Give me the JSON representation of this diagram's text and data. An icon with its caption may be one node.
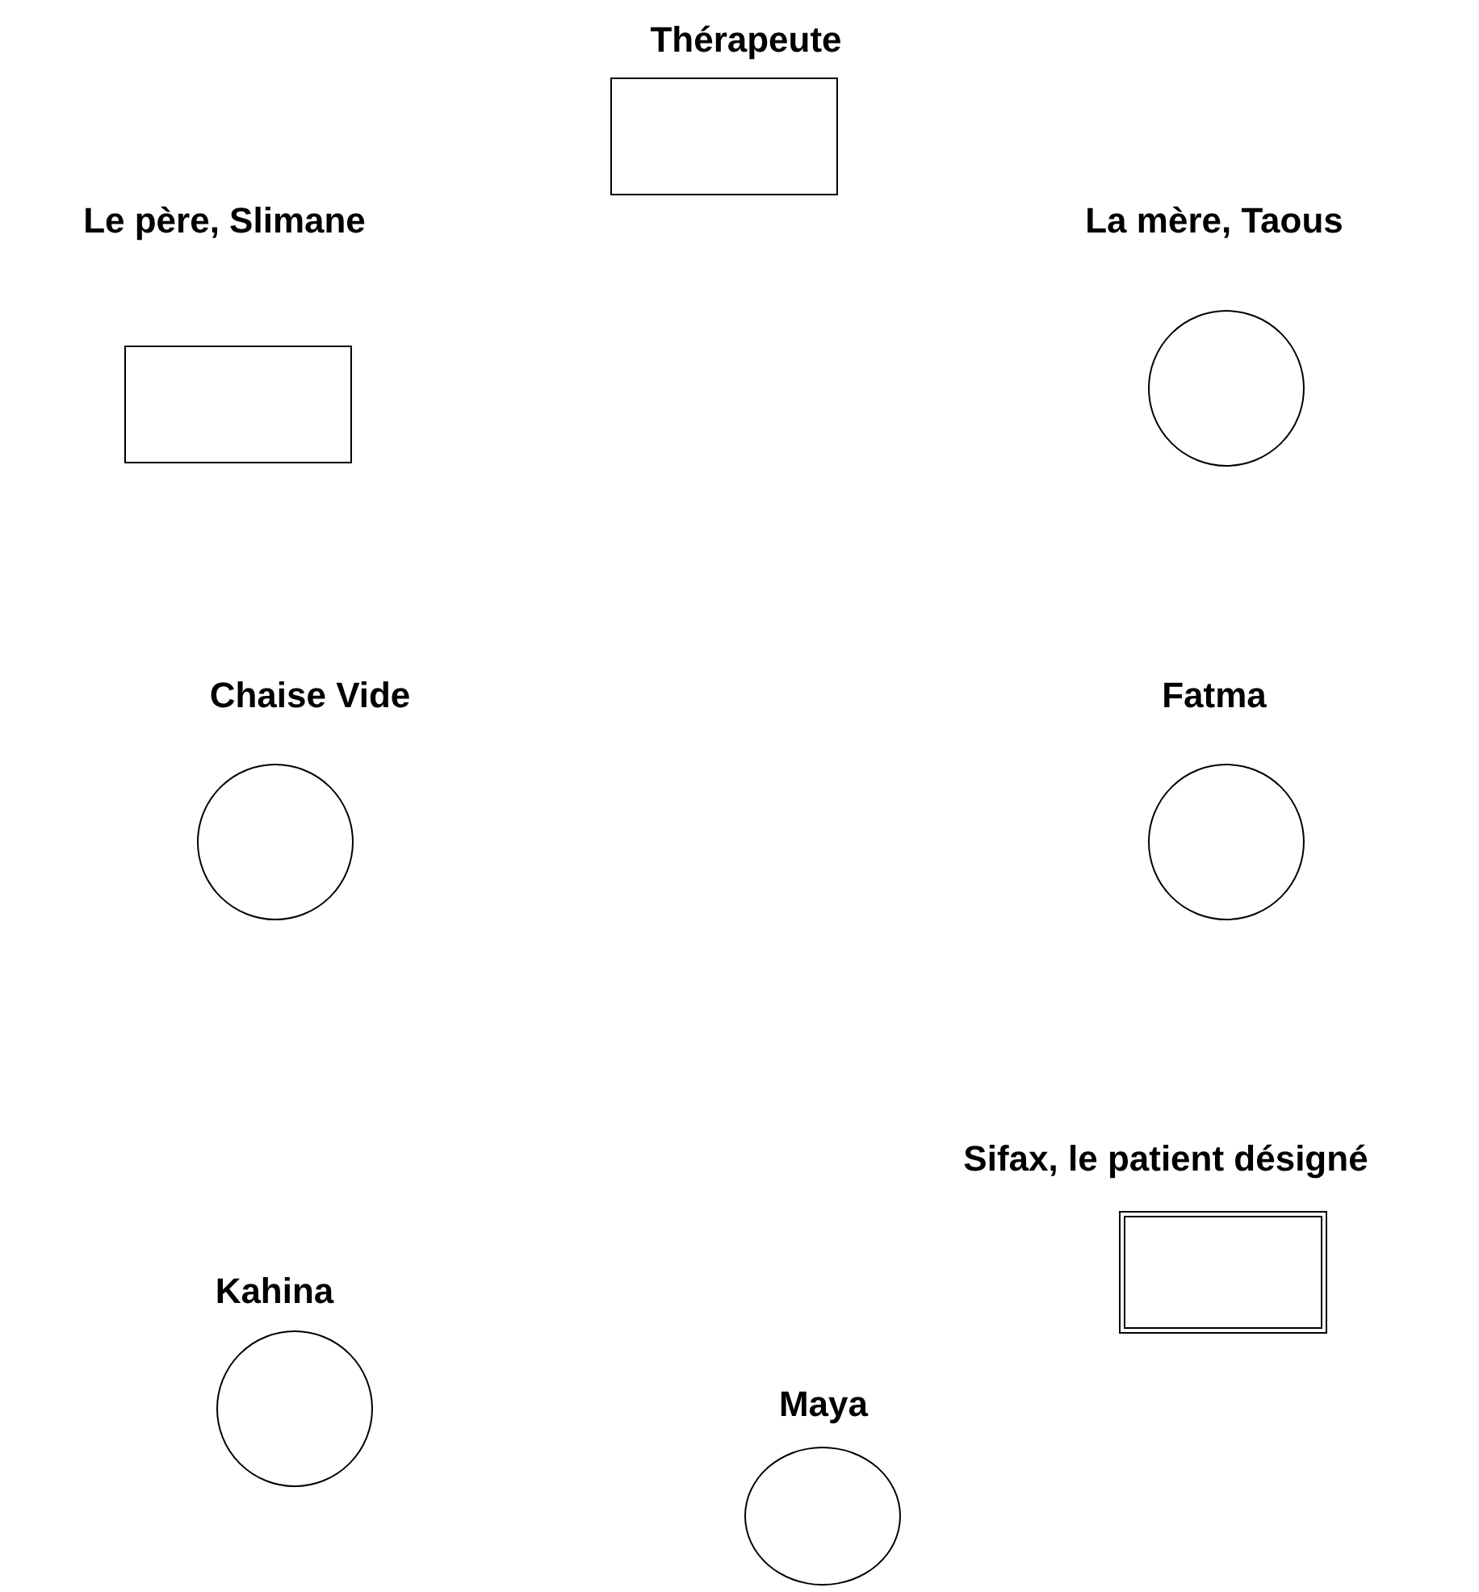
{
  "diagram": {
    "nodes": [
      {
        "text": [
          "Thérapeute"
        ]
      },
      {
        "text": [
          "Le père, Slimane"
        ]
      },
      {
        "text": [
          "La mère, Taous"
        ]
      },
      {
        "text": [
          "Chaise Vide"
        ]
      },
      {
        "text": [
          "Fatma"
        ]
      },
      {
        "text": [
          "Sifax, le patient désigné"
        ]
      },
      {
        "text": [
          "Kahina"
        ]
      },
      {
        "text": [
          "Maya"
        ]
      }
    ]
  }
}
